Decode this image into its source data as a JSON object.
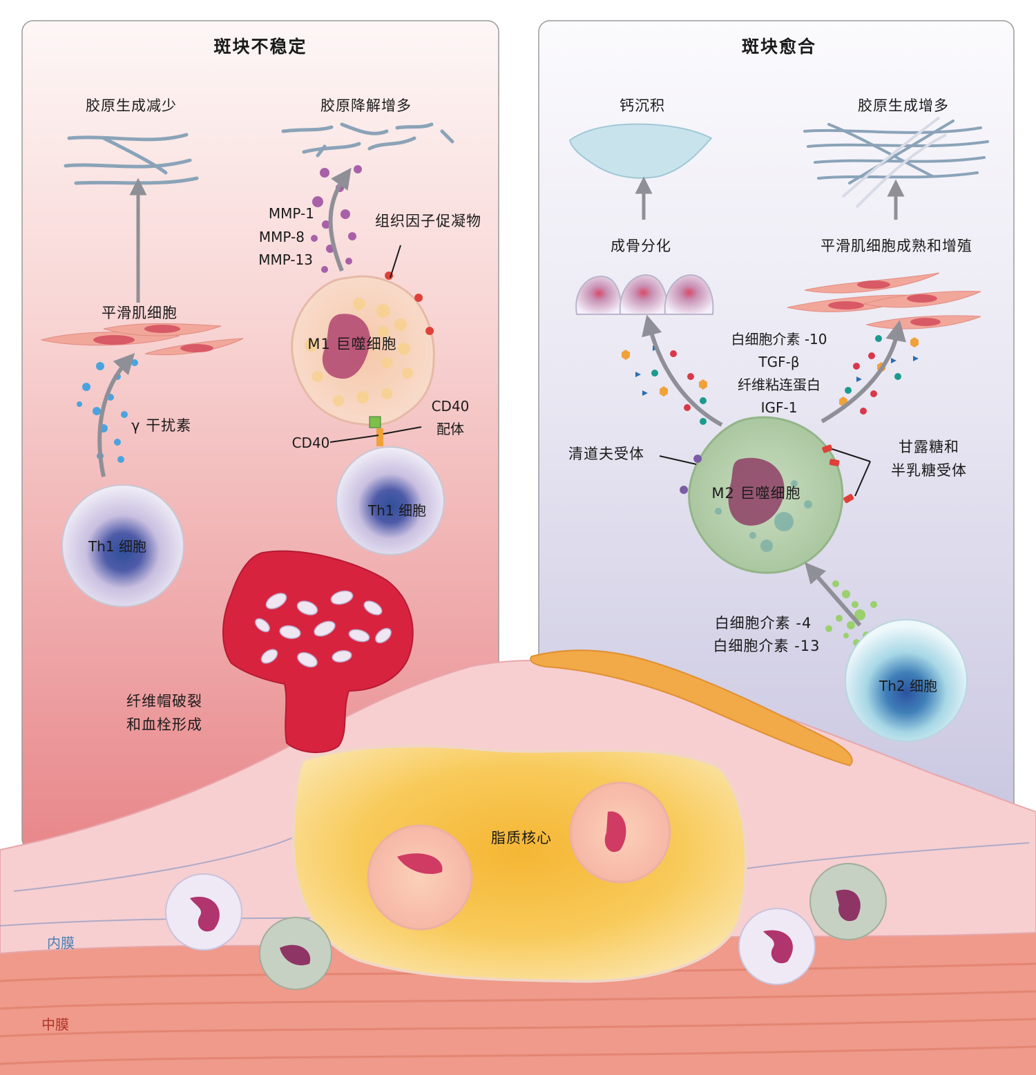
{
  "colors": {
    "left_panel_top": "#fbefee",
    "left_panel_bottom": "#e8878a",
    "right_panel_top": "#f4f2f8",
    "right_panel_bottom": "#c7c4e0",
    "thrombus": "#d8233f",
    "lipid_core": "#f7c44c",
    "fibrous_cap": "#f2a947",
    "media": "#ef9a8a",
    "intima": "#f7cfd0"
  },
  "left_panel": {
    "title": "斑块不稳定",
    "collagen_synthesis_label": "胶原生成减少",
    "collagen_degradation_label": "胶原降解增多",
    "smooth_muscle_label": "平滑肌细胞",
    "interferon_label": "γ 干扰素",
    "th1_cell_label_left": "Th1 细胞",
    "th1_cell_label_right": "Th1 细胞",
    "m1_macrophage_label": "M1 巨噬细胞",
    "mmp_labels": [
      "MMP-1",
      "MMP-8",
      "MMP-13"
    ],
    "tissue_factor_label": "组织因子促凝物",
    "cd40_label": "CD40",
    "cd40_ligand_label": [
      "CD40",
      "配体"
    ],
    "rupture_label": [
      "纤维帽破裂",
      "和血栓形成"
    ]
  },
  "right_panel": {
    "title": "斑块愈合",
    "calcium_label": "钙沉积",
    "collagen_increase_label": "胶原生成增多",
    "osteogenic_label": "成骨分化",
    "smc_maturation_label": "平滑肌细胞成熟和增殖",
    "mediators": [
      "白细胞介素 -10",
      "TGF-β",
      "纤维粘连蛋白",
      "IGF-1"
    ],
    "scavenger_label": "清道夫受体",
    "mannose_label": [
      "甘露糖和",
      "半乳糖受体"
    ],
    "m2_macrophage_label": "M2 巨噬细胞",
    "interleukins": [
      "白细胞介素 -4",
      "白细胞介素 -13"
    ],
    "th2_cell_label": "Th2 细胞"
  },
  "plaque": {
    "lipid_core_label": "脂质核心",
    "intima_label": "内膜",
    "media_label": "中膜"
  }
}
